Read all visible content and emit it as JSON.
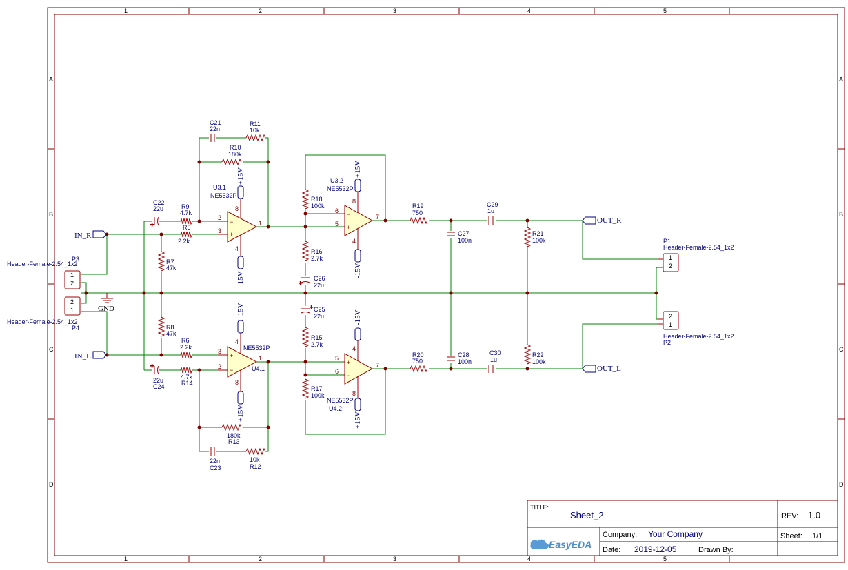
{
  "frame": {
    "columns": [
      "1",
      "2",
      "3",
      "4",
      "5"
    ],
    "rows": [
      "A",
      "B",
      "C",
      "D"
    ]
  },
  "title_block": {
    "title_label": "TITLE:",
    "title_value": "Sheet_2",
    "rev_label": "REV:",
    "rev_value": "1.0",
    "company_label": "Company:",
    "company_value": "Your Company",
    "sheet_label": "Sheet:",
    "sheet_value": "1/1",
    "date_label": "Date:",
    "date_value": "2019-12-05",
    "drawn_label": "Drawn By:",
    "drawn_value": "",
    "logo_text": "EasyEDA"
  },
  "nets": {
    "in_r": "IN_R",
    "in_l": "IN_L",
    "out_r": "OUT_R",
    "out_l": "OUT_L",
    "gnd": "GND",
    "p15_a": "+15V",
    "m15_a": "-15V",
    "p15_b": "+15V",
    "m15_b": "-15V",
    "m15_c": "-15V",
    "p15_c": "+15V",
    "m15_d": "-15V",
    "p15_d": "+15V"
  },
  "connectors": {
    "p3": {
      "ref": "P3",
      "value": "Header-Female-2.54_1x2",
      "pins": [
        "1",
        "2"
      ]
    },
    "p4": {
      "ref": "P4",
      "value": "Header-Female-2.54_1x2",
      "pins": [
        "2",
        "1"
      ]
    },
    "p1": {
      "ref": "P1",
      "value": "Header-Female-2.54_1x2",
      "pins": [
        "1",
        "2"
      ]
    },
    "p2": {
      "ref": "P2",
      "value": "Header-Female-2.54_1x2",
      "pins": [
        "2",
        "1"
      ]
    }
  },
  "opamps": {
    "u31": {
      "ref": "U3.1",
      "value": "NE5532P",
      "pins": [
        "2",
        "3",
        "1",
        "8",
        "4"
      ]
    },
    "u32": {
      "ref": "U3.2",
      "value": "NE5532P",
      "pins": [
        "6",
        "5",
        "7",
        "8",
        "4"
      ]
    },
    "u41": {
      "ref": "U4.1",
      "value": "NE5532P",
      "pins": [
        "3",
        "2",
        "1",
        "4",
        "8"
      ]
    },
    "u42": {
      "ref": "U4.2",
      "value": "NE5532P",
      "pins": [
        "5",
        "6",
        "7",
        "4",
        "8"
      ]
    }
  },
  "parts": {
    "c21": {
      "ref": "C21",
      "value": "22n"
    },
    "r11": {
      "ref": "R11",
      "value": "10k"
    },
    "r10": {
      "ref": "R10",
      "value": "180k"
    },
    "c22": {
      "ref": "C22",
      "value": "22u"
    },
    "r9": {
      "ref": "R9",
      "value": "4.7k"
    },
    "r5": {
      "ref": "R5",
      "value": "2.2k"
    },
    "r7": {
      "ref": "R7",
      "value": "47k"
    },
    "r18": {
      "ref": "R18",
      "value": "100k"
    },
    "r16": {
      "ref": "R16",
      "value": "2.7k"
    },
    "c26": {
      "ref": "C26",
      "value": "22u"
    },
    "c25": {
      "ref": "C25",
      "value": "22u"
    },
    "r15": {
      "ref": "R15",
      "value": "2.7k"
    },
    "r17": {
      "ref": "R17",
      "value": "100k"
    },
    "r19": {
      "ref": "R19",
      "value": "750"
    },
    "c29": {
      "ref": "C29",
      "value": "1u"
    },
    "c27": {
      "ref": "C27",
      "value": "100n"
    },
    "r21": {
      "ref": "R21",
      "value": "100k"
    },
    "r8": {
      "ref": "R8",
      "value": "47k"
    },
    "r6": {
      "ref": "R6",
      "value": "2.2k"
    },
    "c24": {
      "ref": "C24",
      "value": "22u"
    },
    "r14": {
      "ref": "R14",
      "value": "4.7k"
    },
    "r13": {
      "ref": "R13",
      "value": "180k"
    },
    "c23": {
      "ref": "C23",
      "value": "22n"
    },
    "r12": {
      "ref": "R12",
      "value": "10k"
    },
    "r20": {
      "ref": "R20",
      "value": "750"
    },
    "c28": {
      "ref": "C28",
      "value": "100n"
    },
    "c30": {
      "ref": "C30",
      "value": "1u"
    },
    "r22": {
      "ref": "R22",
      "value": "100k"
    }
  }
}
